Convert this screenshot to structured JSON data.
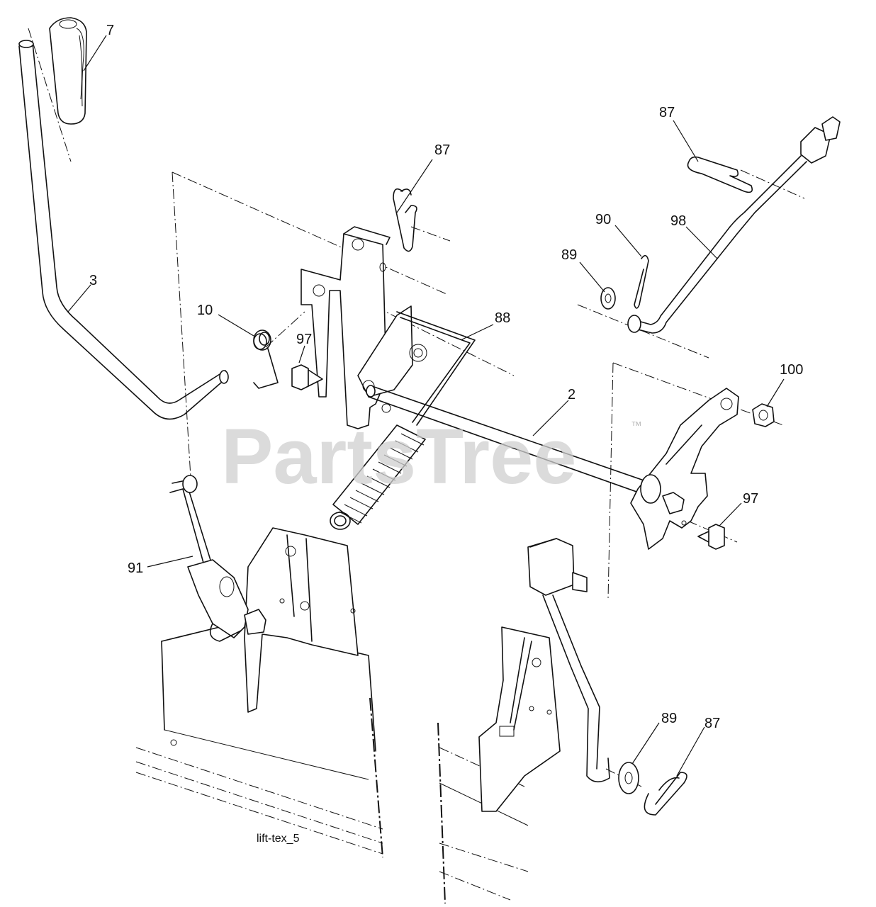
{
  "diagram": {
    "watermark": "PartsTree",
    "watermark_mark": "™",
    "caption": "lift-tex_5",
    "callouts": {
      "c7": "7",
      "c3": "3",
      "c10": "10",
      "c97a": "97",
      "c87a": "87",
      "c88": "88",
      "c2": "2",
      "c87b": "87",
      "c90": "90",
      "c98": "98",
      "c89a": "89",
      "c100": "100",
      "c97b": "97",
      "c91": "91",
      "c89b": "89",
      "c87c": "87"
    }
  }
}
